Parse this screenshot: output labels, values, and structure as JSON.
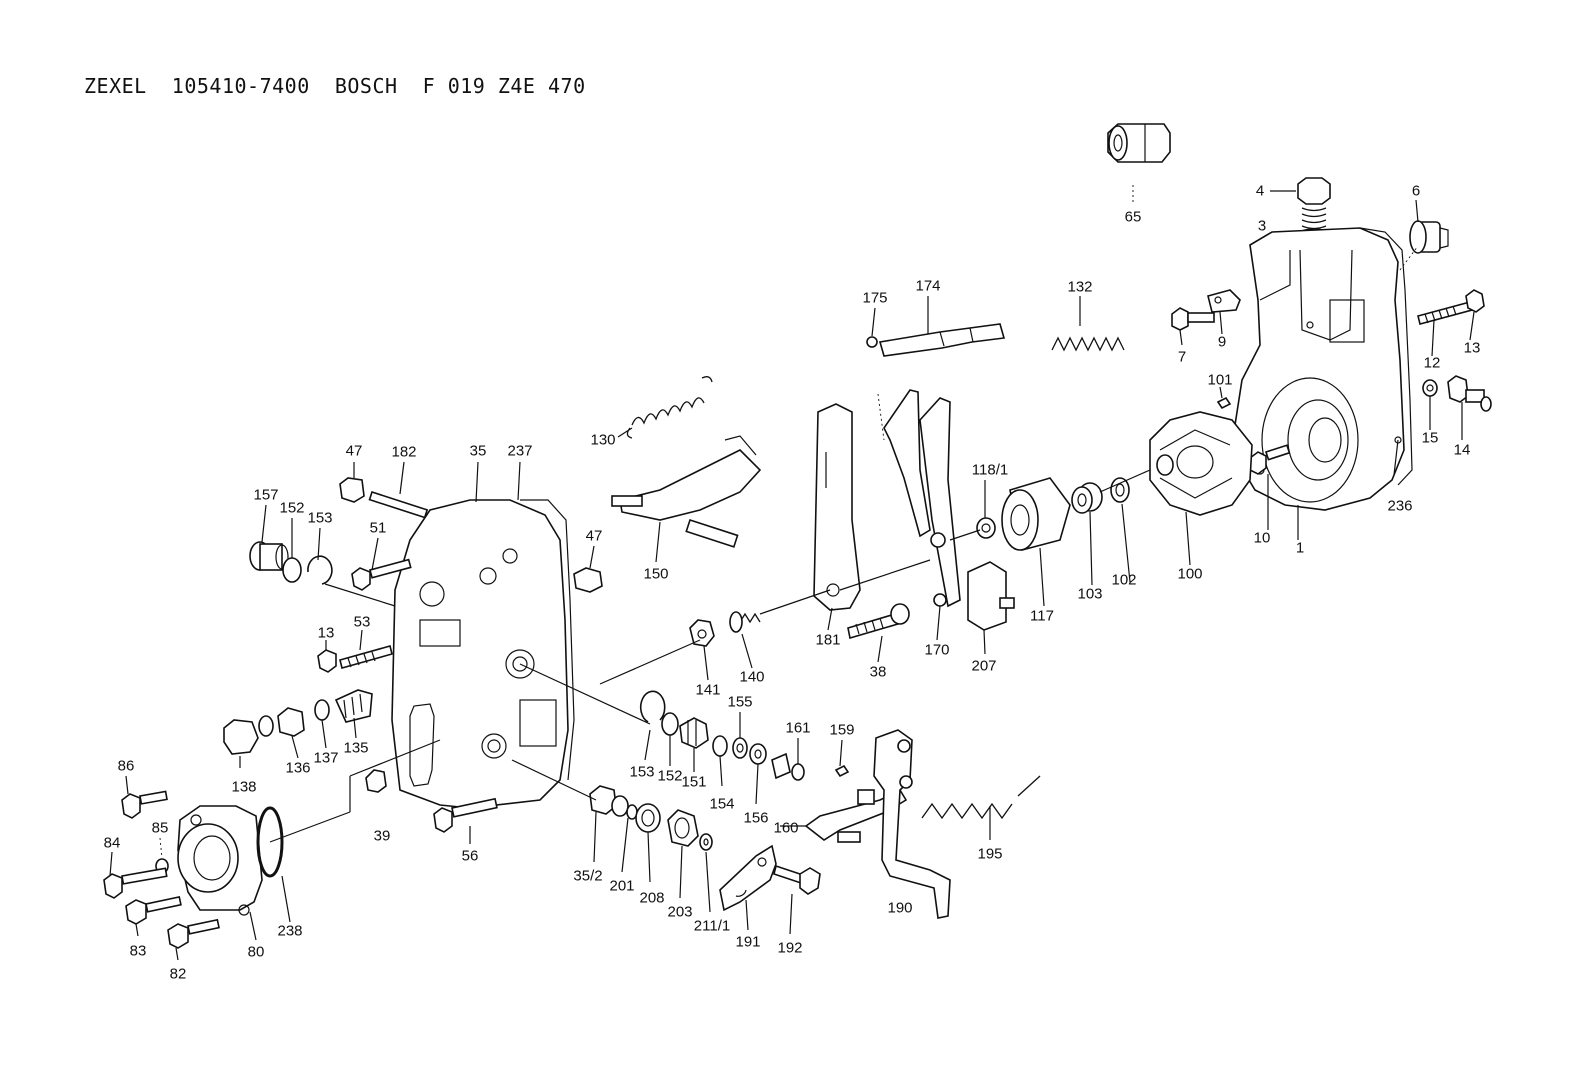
{
  "title": "ZEXEL  105410-7400  BOSCH  F 019 Z4E 470",
  "labels": [
    {
      "id": "p65",
      "text": "65"
    },
    {
      "id": "p4",
      "text": "4"
    },
    {
      "id": "p3",
      "text": "3"
    },
    {
      "id": "p6",
      "text": "6"
    },
    {
      "id": "p175",
      "text": "175"
    },
    {
      "id": "p174",
      "text": "174"
    },
    {
      "id": "p132",
      "text": "132"
    },
    {
      "id": "p7",
      "text": "7"
    },
    {
      "id": "p9",
      "text": "9"
    },
    {
      "id": "p12",
      "text": "12"
    },
    {
      "id": "p13a",
      "text": "13"
    },
    {
      "id": "p101",
      "text": "101"
    },
    {
      "id": "p15",
      "text": "15"
    },
    {
      "id": "p14",
      "text": "14"
    },
    {
      "id": "p130",
      "text": "130"
    },
    {
      "id": "p47a",
      "text": "47"
    },
    {
      "id": "p182",
      "text": "182"
    },
    {
      "id": "p35",
      "text": "35"
    },
    {
      "id": "p237",
      "text": "237"
    },
    {
      "id": "p118",
      "text": "118/1"
    },
    {
      "id": "p236",
      "text": "236"
    },
    {
      "id": "p10",
      "text": "10"
    },
    {
      "id": "p1",
      "text": "1"
    },
    {
      "id": "p157",
      "text": "157"
    },
    {
      "id": "p152a",
      "text": "152"
    },
    {
      "id": "p153a",
      "text": "153"
    },
    {
      "id": "p51",
      "text": "51"
    },
    {
      "id": "p47b",
      "text": "47"
    },
    {
      "id": "p150",
      "text": "150"
    },
    {
      "id": "p100",
      "text": "100"
    },
    {
      "id": "p102",
      "text": "102"
    },
    {
      "id": "p103",
      "text": "103"
    },
    {
      "id": "p117",
      "text": "117"
    },
    {
      "id": "p13b",
      "text": "13"
    },
    {
      "id": "p53",
      "text": "53"
    },
    {
      "id": "p181",
      "text": "181"
    },
    {
      "id": "p38",
      "text": "38"
    },
    {
      "id": "p170",
      "text": "170"
    },
    {
      "id": "p207",
      "text": "207"
    },
    {
      "id": "p141",
      "text": "141"
    },
    {
      "id": "p140",
      "text": "140"
    },
    {
      "id": "p155",
      "text": "155"
    },
    {
      "id": "p161",
      "text": "161"
    },
    {
      "id": "p159",
      "text": "159"
    },
    {
      "id": "p138",
      "text": "138"
    },
    {
      "id": "p136",
      "text": "136"
    },
    {
      "id": "p137",
      "text": "137"
    },
    {
      "id": "p135",
      "text": "135"
    },
    {
      "id": "p153b",
      "text": "153"
    },
    {
      "id": "p152b",
      "text": "152"
    },
    {
      "id": "p151",
      "text": "151"
    },
    {
      "id": "p154",
      "text": "154"
    },
    {
      "id": "p156",
      "text": "156"
    },
    {
      "id": "p160",
      "text": "160"
    },
    {
      "id": "p195",
      "text": "195"
    },
    {
      "id": "p86",
      "text": "86"
    },
    {
      "id": "p85",
      "text": "85"
    },
    {
      "id": "p84",
      "text": "84"
    },
    {
      "id": "p39",
      "text": "39"
    },
    {
      "id": "p56",
      "text": "56"
    },
    {
      "id": "p352",
      "text": "35/2"
    },
    {
      "id": "p201",
      "text": "201"
    },
    {
      "id": "p208",
      "text": "208"
    },
    {
      "id": "p203",
      "text": "203"
    },
    {
      "id": "p2111",
      "text": "211/1"
    },
    {
      "id": "p191",
      "text": "191"
    },
    {
      "id": "p192",
      "text": "192"
    },
    {
      "id": "p190",
      "text": "190"
    },
    {
      "id": "p238",
      "text": "238"
    },
    {
      "id": "p83",
      "text": "83"
    },
    {
      "id": "p80",
      "text": "80"
    },
    {
      "id": "p82",
      "text": "82"
    }
  ]
}
